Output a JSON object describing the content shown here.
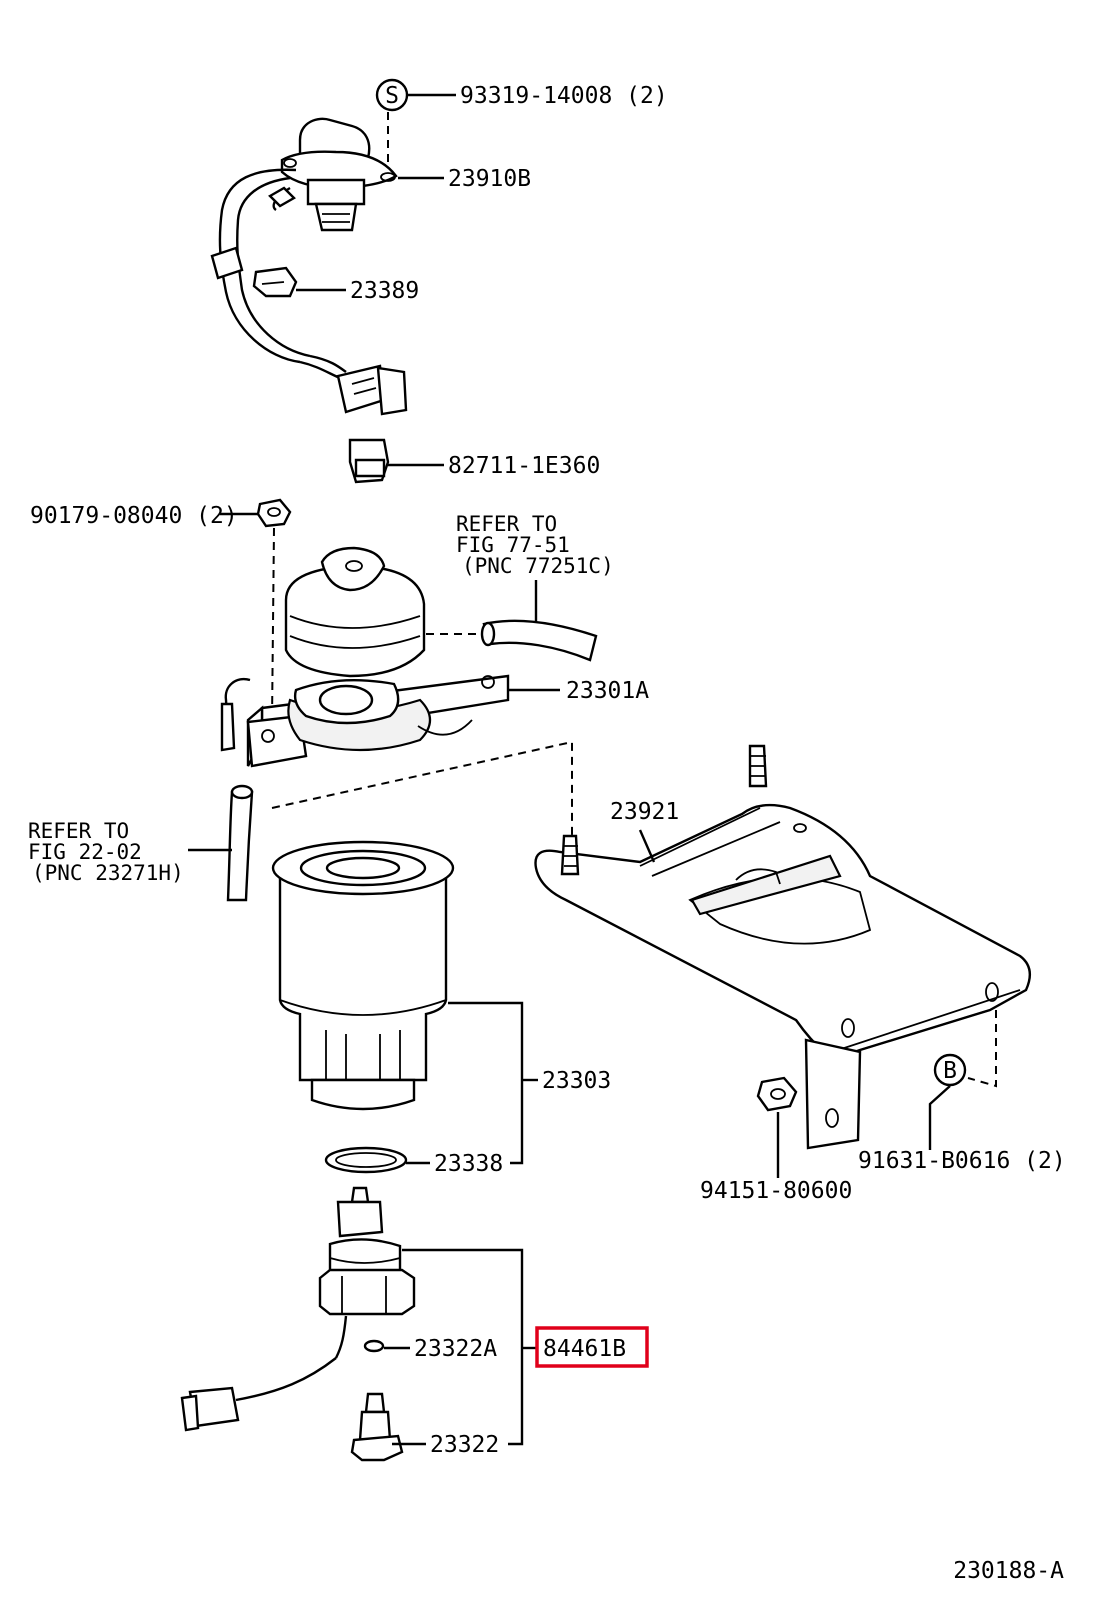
{
  "diagram_id": "230188-A",
  "highlight_color": "#e0001a",
  "callouts": {
    "c93319": "93319-14008 (2)",
    "c23910B": "23910B",
    "c23389": "23389",
    "c82711": "82711-1E360",
    "c90179": "90179-08040 (2)",
    "c23301A": "23301A",
    "c23921": "23921",
    "c23303": "23303",
    "c23338": "23338",
    "c23322A": "23322A",
    "c84461B": "84461B",
    "c23322": "23322",
    "c94151": "94151-80600",
    "c91631": "91631-B0616 (2)"
  },
  "markers": {
    "s": "S",
    "b": "B"
  },
  "refs": {
    "fig77": {
      "line1": "REFER TO",
      "line2": "FIG 77-51",
      "line3": "(PNC 77251C)"
    },
    "fig22": {
      "line1": "REFER TO",
      "line2": "FIG 22-02",
      "line3": "(PNC 23271H)"
    }
  }
}
